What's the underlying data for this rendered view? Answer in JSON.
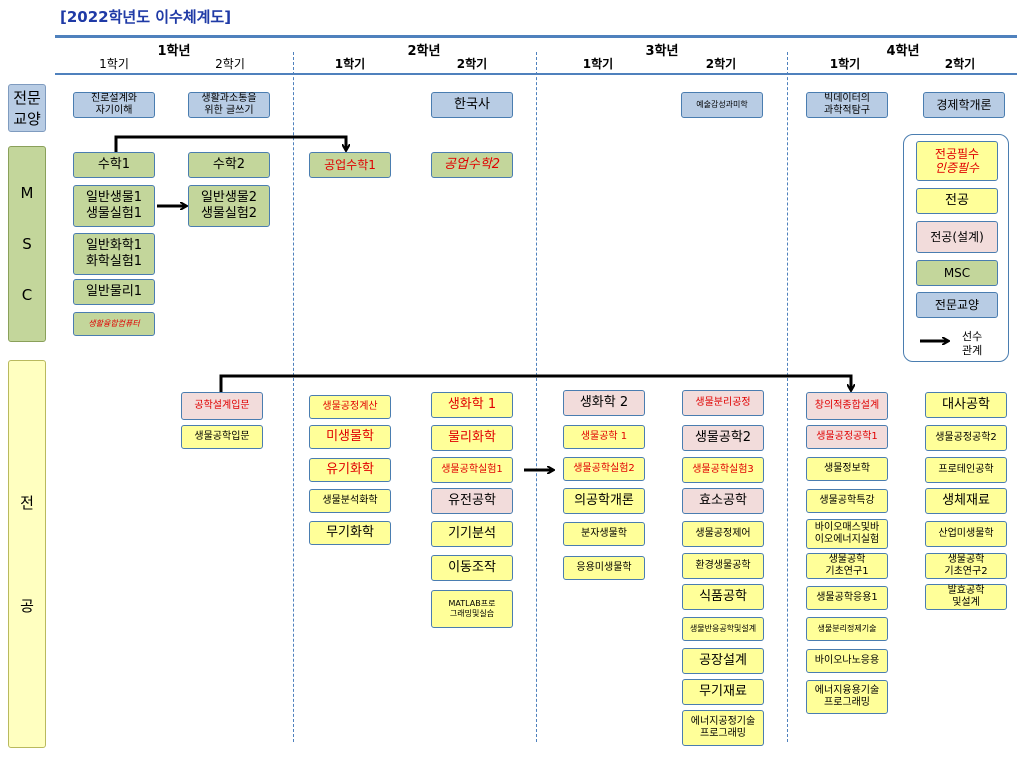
{
  "title": "[2022학년도 이수체계도]",
  "years": [
    "1학년",
    "2학년",
    "3학년",
    "4학년"
  ],
  "semesters": [
    "1학기",
    "2학기",
    "1학기",
    "2학기",
    "1학기",
    "2학기",
    "1학기",
    "2학기"
  ],
  "categories": {
    "general": [
      "전문",
      "교양"
    ],
    "msc": [
      "M",
      "S",
      "C"
    ],
    "major": [
      "전",
      "공"
    ]
  },
  "general": {
    "y1s1": "진로설계와\n자기이해",
    "y1s2": "생활과소통을\n위한 글쓰기",
    "y2s2": "한국사",
    "y3s2": "예술감성과미학",
    "y4s1": "빅데이터의\n과학적탐구",
    "y4s2": "경제학개론"
  },
  "msc": {
    "math1": "수학1",
    "bio1": "일반생물1\n생물실험1",
    "chem1": "일반화학1\n화학실험1",
    "phys1": "일반물리1",
    "computing": "생활융합컴퓨터",
    "math2": "수학2",
    "bio2": "일반생물2\n생물실험2",
    "engmath1": "공업수학1",
    "engmath2": "공업수학2"
  },
  "major": {
    "y1s2": [
      "공학설계입문",
      "생물공학입문"
    ],
    "y2s1": [
      "생물공정계산",
      "미생물학",
      "유기화학",
      "생물분석화학",
      "무기화학"
    ],
    "y2s2": [
      "생화학 1",
      "물리화학",
      "생물공학실험1",
      "유전공학",
      "기기분석",
      "이동조작",
      "MATLAB프로\n그래밍및실습"
    ],
    "y3s1": [
      "생화학 2",
      "생물공학 1",
      "생물공학실험2",
      "의공학개론",
      "분자생물학",
      "응용미생물학"
    ],
    "y3s2": [
      "생물분리공정",
      "생물공학2",
      "생물공학실험3",
      "효소공학",
      "생물공정제어",
      "환경생물공학",
      "식품공학",
      "생물반응공학및설계",
      "공장설계",
      "무기재료",
      "에너지공정기술\n프로그래밍"
    ],
    "y4s1": [
      "창의적종합설계",
      "생물공정공학1",
      "생물정보학",
      "생물공학특강",
      "바이오매스및바\n이오에너지실험",
      "생물공학\n기초연구1",
      "생물공학응용1",
      "생물분리정제기술",
      "바이오나노응용",
      "에너지융용기술\n프로그래밍"
    ],
    "y4s2": [
      "대사공학",
      "생물공정공학2",
      "프로테인공학",
      "생체재료",
      "산업미생물학",
      "생물공학\n기초연구2",
      "발효공학\n및설계"
    ]
  },
  "legend": {
    "items": [
      "전공필수",
      "인증필수",
      "전공",
      "전공(설계)",
      "MSC",
      "전문교양"
    ],
    "arrow_label": "선수\n관계"
  },
  "colors": {
    "msc": "#c3d69b",
    "general": "#b8cce4",
    "major": "#ffff99",
    "design": "#f2dcdb",
    "required": "#e00000",
    "line": "#4f81bd"
  }
}
